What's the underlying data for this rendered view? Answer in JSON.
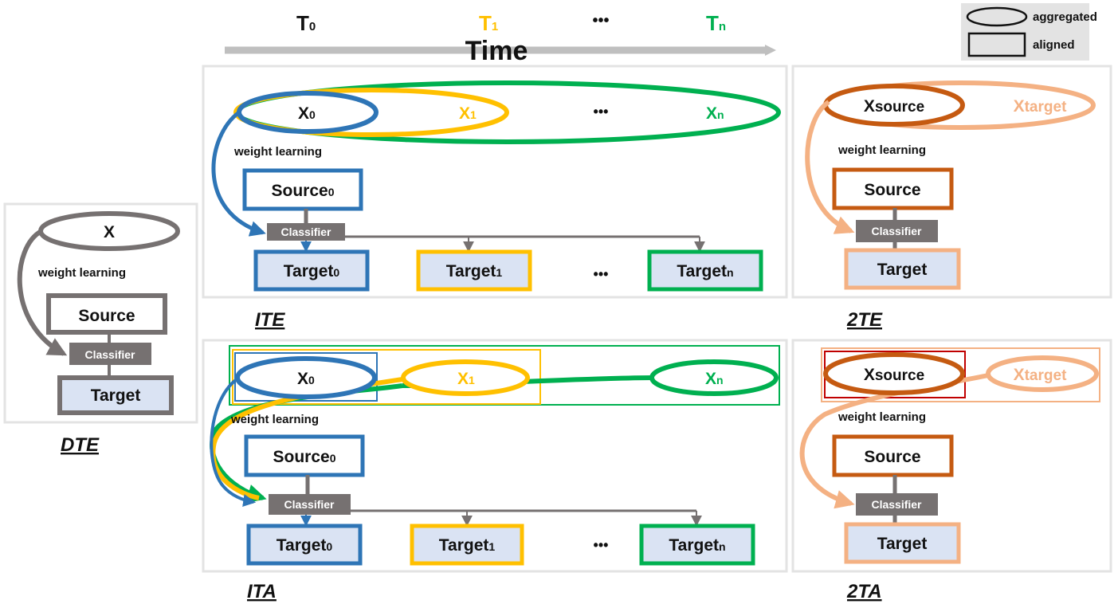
{
  "timeline": {
    "t0": {
      "main": "T",
      "sub": "0"
    },
    "t1": {
      "main": "T",
      "sub": "1"
    },
    "tn": {
      "main": "T",
      "sub": "n"
    },
    "ellipsis": "•••",
    "label": "Time"
  },
  "legend": {
    "aggregated": "aggregated",
    "aligned": "aligned"
  },
  "dte": {
    "caption": "DTE",
    "x": "X",
    "weight": "weight learning",
    "source": "Source",
    "classifier": "Classifier",
    "target": "Target"
  },
  "ite": {
    "caption": "ITE",
    "x0": {
      "main": "X",
      "sub": "0"
    },
    "x1": {
      "main": "X",
      "sub": "1"
    },
    "xn": {
      "main": "X",
      "sub": "n"
    },
    "ellipsis": "•••",
    "weight": "weight learning",
    "source": {
      "main": "Source",
      "sub": "0"
    },
    "classifier": "Classifier",
    "target0": {
      "main": "Target",
      "sub": "0"
    },
    "target1": {
      "main": "Target",
      "sub": "1"
    },
    "targetn": {
      "main": "Target",
      "sub": "n"
    },
    "target_ellipsis": "•••"
  },
  "ita": {
    "caption": "ITA",
    "x0": {
      "main": "X",
      "sub": "0"
    },
    "x1": {
      "main": "X",
      "sub": "1"
    },
    "xn": {
      "main": "X",
      "sub": "n"
    },
    "weight": "weight learning",
    "source": {
      "main": "Source",
      "sub": "0"
    },
    "classifier": "Classifier",
    "target0": {
      "main": "Target",
      "sub": "0"
    },
    "target1": {
      "main": "Target",
      "sub": "1"
    },
    "targetn": {
      "main": "Target",
      "sub": "n"
    },
    "target_ellipsis": "•••"
  },
  "te2": {
    "caption": "2TE",
    "xsource": {
      "main": "X",
      "sub": "source"
    },
    "xtarget": {
      "main": "X",
      "sub": "target"
    },
    "weight": "weight learning",
    "source": "Source",
    "classifier": "Classifier",
    "target": "Target"
  },
  "ta2": {
    "caption": "2TA",
    "xsource": {
      "main": "X",
      "sub": "source"
    },
    "xtarget": {
      "main": "X",
      "sub": "target"
    },
    "weight": "weight learning",
    "source": "Source",
    "classifier": "Classifier",
    "target": "Target"
  },
  "colors": {
    "blue": "#2e75b6",
    "yellow": "#ffc000",
    "green": "#00b050",
    "gray": "#767171",
    "darkorange": "#c55a11",
    "lightorange": "#f4b183",
    "targetfill": "#dae3f3",
    "panel": "#e3e3e3",
    "alignedred": "#c00000"
  }
}
